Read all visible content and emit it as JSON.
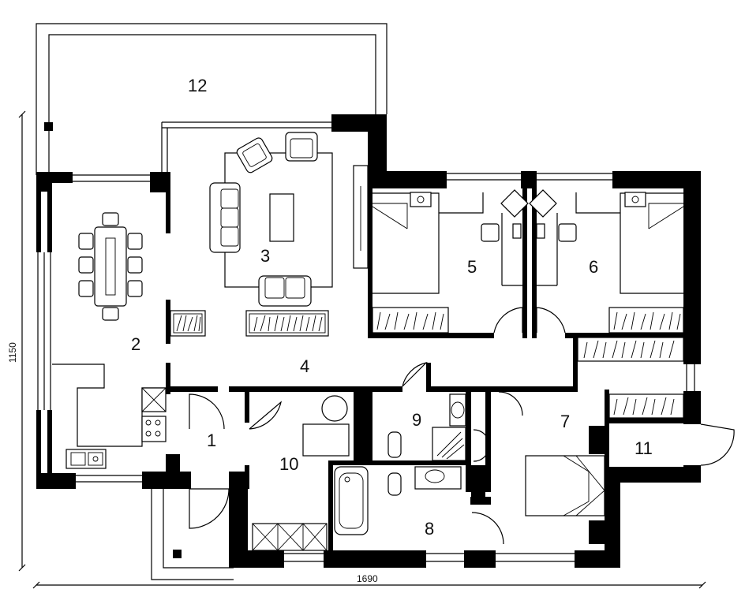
{
  "rooms": [
    {
      "id": "1",
      "label": "1"
    },
    {
      "id": "2",
      "label": "2"
    },
    {
      "id": "3",
      "label": "3"
    },
    {
      "id": "4",
      "label": "4"
    },
    {
      "id": "5",
      "label": "5"
    },
    {
      "id": "6",
      "label": "6"
    },
    {
      "id": "7",
      "label": "7"
    },
    {
      "id": "8",
      "label": "8"
    },
    {
      "id": "9",
      "label": "9"
    },
    {
      "id": "10",
      "label": "10"
    },
    {
      "id": "11",
      "label": "11"
    },
    {
      "id": "12",
      "label": "12"
    }
  ],
  "dimensions": {
    "width_label": "1690",
    "height_label": "1150"
  }
}
